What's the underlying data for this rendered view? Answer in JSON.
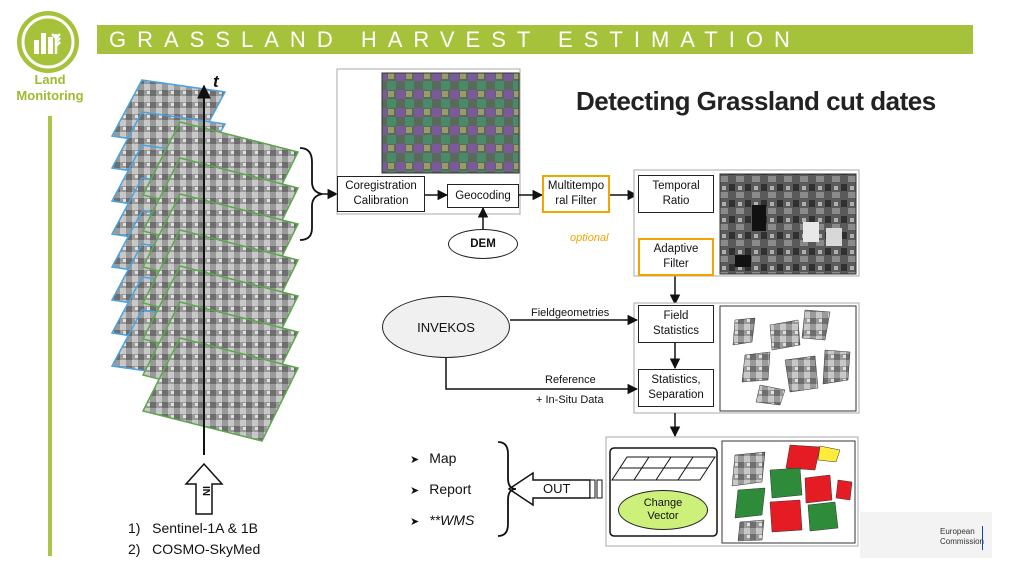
{
  "brand": {
    "line1": "Land",
    "line2": "Monitoring"
  },
  "banner": {
    "title": "GRASSLAND HARVEST ESTIMATION"
  },
  "headline": "Detecting Grassland cut dates",
  "axis_label": "t",
  "process": {
    "coreg": {
      "line1": "Coregistration",
      "line2": "Calibration"
    },
    "geocoding": "Geocoding",
    "dem": "DEM",
    "multitemporal": {
      "line1": "Multitempo",
      "line2": "ral Filter"
    },
    "temporal_ratio": {
      "line1": "Temporal",
      "line2": "Ratio"
    },
    "adaptive": {
      "line1": "Adaptive",
      "line2": "Filter"
    },
    "optional": "optional",
    "invekos": "INVEKOS",
    "fieldgeometries": "Fieldgeometries",
    "field_stats": {
      "line1": "Field",
      "line2": "Statistics"
    },
    "reference": {
      "line1": "Reference",
      "line2": "+ In-Situ Data"
    },
    "separation": {
      "line1": "Statistics,",
      "line2": "Separation"
    },
    "change_vector": {
      "line1": "Change",
      "line2": "Vector"
    },
    "out": "OUT",
    "in": "IN"
  },
  "outputs": [
    "Map",
    "Report",
    "**WMS"
  ],
  "sources": [
    "1)   Sentinel-1A & 1B",
    "2)   COSMO-SkyMed"
  ],
  "ec": {
    "line1": "European",
    "line2": "Commission"
  },
  "colors": {
    "accent_green": "#a6c23b",
    "optional_orange": "#f0a500",
    "change_vector_fill": "#ccf07a",
    "blue_stack": "#4aa3e0",
    "green_stack": "#5aa84a"
  }
}
